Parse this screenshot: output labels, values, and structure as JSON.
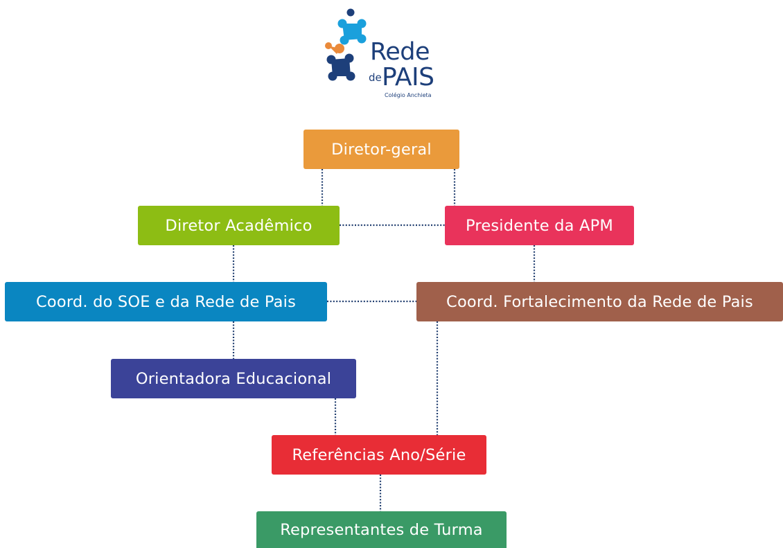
{
  "logo": {
    "line1": "Rede",
    "small_word": "de",
    "line2": "PAIS",
    "subtitle": "Colégio Anchieta",
    "colors": {
      "dark_blue": "#1d3f7a",
      "light_blue": "#1aa0dc",
      "orange": "#ea8a3a"
    }
  },
  "nodes": {
    "diretor_geral": {
      "label": "Diretor-geral",
      "color": "#ea9a3b"
    },
    "diretor_academico": {
      "label": "Diretor Acadêmico",
      "color": "#8dbd14"
    },
    "presidente_apm": {
      "label": "Presidente da APM",
      "color": "#e9335b"
    },
    "coord_soe": {
      "label": "Coord. do SOE e da Rede de Pais",
      "color": "#0a86c1"
    },
    "coord_fortalecimento": {
      "label": "Coord. Fortalecimento da Rede de Pais",
      "color": "#a0604b"
    },
    "orientadora": {
      "label": "Orientadora Educacional",
      "color": "#3b4398"
    },
    "referencias": {
      "label": "Referências Ano/Série",
      "color": "#e82d36"
    },
    "representantes": {
      "label": "Representantes de Turma",
      "color": "#3a9a66"
    }
  },
  "edges": [
    {
      "from": "Diretor-geral",
      "to": "Diretor Acadêmico"
    },
    {
      "from": "Diretor-geral",
      "to": "Presidente da APM"
    },
    {
      "from": "Diretor Acadêmico",
      "to": "Presidente da APM"
    },
    {
      "from": "Diretor Acadêmico",
      "to": "Coord. do SOE e da Rede de Pais"
    },
    {
      "from": "Presidente da APM",
      "to": "Coord. Fortalecimento da Rede de Pais"
    },
    {
      "from": "Coord. do SOE e da Rede de Pais",
      "to": "Coord. Fortalecimento da Rede de Pais"
    },
    {
      "from": "Coord. do SOE e da Rede de Pais",
      "to": "Orientadora Educacional"
    },
    {
      "from": "Orientadora Educacional",
      "to": "Referências Ano/Série"
    },
    {
      "from": "Coord. Fortalecimento da Rede de Pais",
      "to": "Referências Ano/Série"
    },
    {
      "from": "Referências Ano/Série",
      "to": "Representantes de Turma"
    }
  ],
  "connector_style": {
    "color": "#1f3c6e",
    "pattern": "dotted"
  }
}
